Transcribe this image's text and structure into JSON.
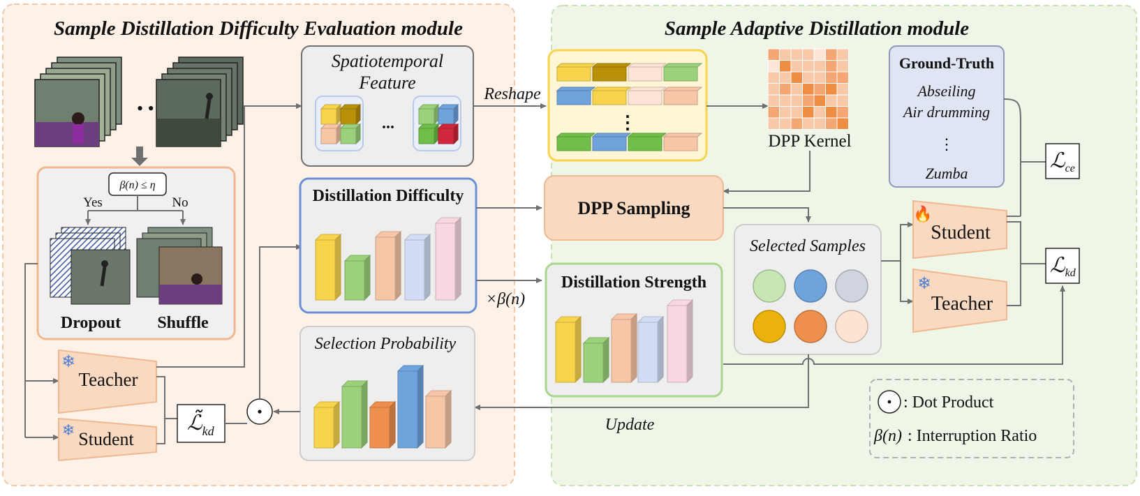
{
  "modules": {
    "left_title": "Sample Distillation Difficulty Evaluation module",
    "right_title": "Sample Adaptive Distillation module"
  },
  "spatiotemporal": {
    "title_line1": "Spatiotemporal",
    "title_line2": "Feature",
    "ellipsis": "..."
  },
  "reshape_label": "Reshape",
  "dpp_kernel_label": "DPP Kernel",
  "condition": {
    "formula": "β(n) ≤ η",
    "yes": "Yes",
    "no": "No"
  },
  "augment": {
    "dropout": "Dropout",
    "shuffle": "Shuffle"
  },
  "distillation_difficulty": {
    "title": "Distillation Difficulty"
  },
  "times_beta": "×β(n)",
  "distillation_strength": {
    "title": "Distillation Strength"
  },
  "dpp_sampling": "DPP Sampling",
  "selected_samples": "Selected Samples",
  "selection_probability": "Selection Probability",
  "update_label": "Update",
  "ground_truth": {
    "title": "Ground-Truth",
    "items": [
      "Abseiling",
      "Air drumming",
      "Zumba"
    ]
  },
  "models": {
    "student": "Student",
    "teacher": "Teacher"
  },
  "losses": {
    "ce_sub": "ce",
    "kd_sub": "kd",
    "script_L": "ℒ",
    "tilde_L": "ℒ̃"
  },
  "legend": {
    "dot_label": ": Dot Product",
    "beta_symbol": "β(n)",
    "beta_label": ": Interruption Ratio"
  },
  "colors": {
    "yellow": "#f7d44c",
    "green": "#9bd17a",
    "peach": "#f6c6a6",
    "lavender": "#d2dcf4",
    "pink": "#f8d8e0",
    "blue": "#6fa3dc",
    "orange": "#ee8f4e",
    "red": "#d0283a",
    "olive": "#b8900a"
  }
}
